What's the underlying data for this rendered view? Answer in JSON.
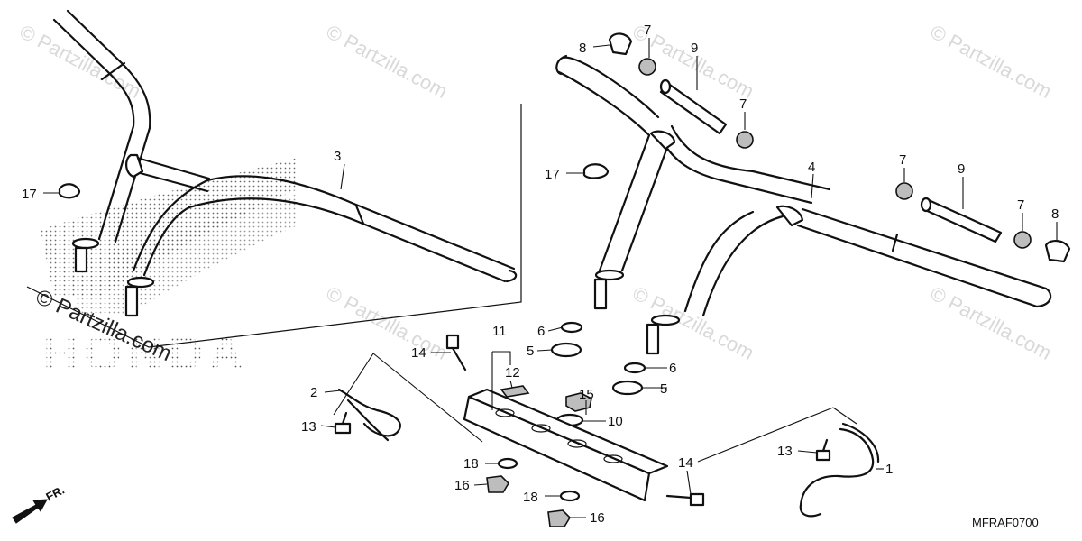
{
  "diagram": {
    "drawing_code": "MFRAF0700",
    "direction_label": "FR.",
    "watermark_text": "© Partzilla.com",
    "featured_watermark_text": "© Partzilla.com",
    "brand_lettering": "HONDA",
    "callouts": {
      "c1": "1",
      "c2": "2",
      "c3": "3",
      "c4": "4",
      "c5a": "5",
      "c5b": "5",
      "c6a": "6",
      "c6b": "6",
      "c7a": "7",
      "c7b": "7",
      "c7c": "7",
      "c7d": "7",
      "c8a": "8",
      "c8b": "8",
      "c9a": "9",
      "c9b": "9",
      "c10": "10",
      "c11": "11",
      "c12": "12",
      "c13a": "13",
      "c13b": "13",
      "c14a": "14",
      "c14b": "14",
      "c15": "15",
      "c16a": "16",
      "c16b": "16",
      "c17a": "17",
      "c17b": "17",
      "c18a": "18",
      "c18b": "18"
    }
  }
}
